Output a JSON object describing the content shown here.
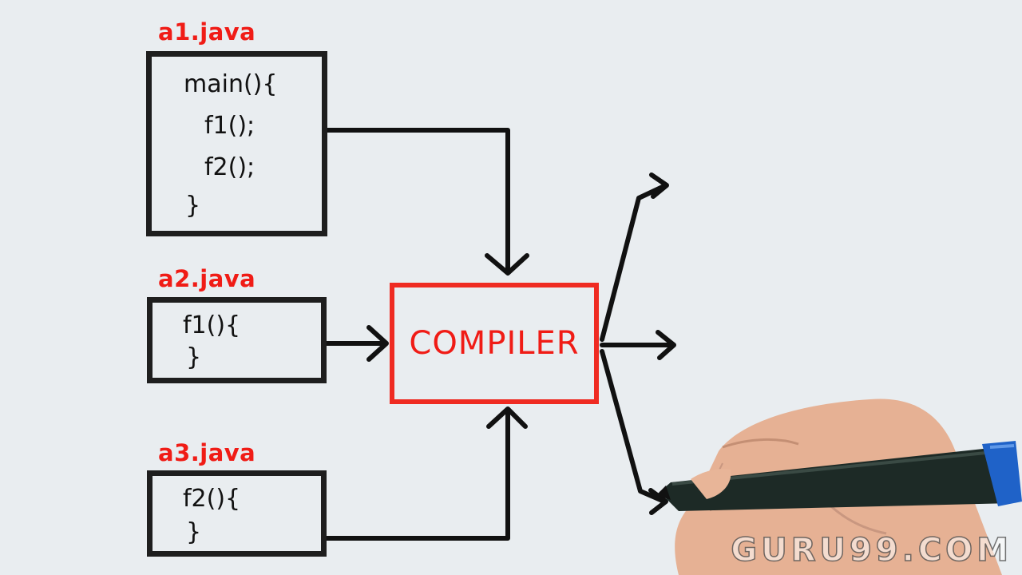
{
  "files": [
    {
      "name": "a1.java",
      "lines": [
        "main(){",
        "f1();",
        "f2();",
        "}"
      ]
    },
    {
      "name": "a2.java",
      "lines": [
        "f1(){",
        "}"
      ]
    },
    {
      "name": "a3.java",
      "lines": [
        "f2(){",
        "}"
      ]
    }
  ],
  "compiler": {
    "label": "COMPILER"
  },
  "watermark": "GURU99.COM",
  "colors": {
    "accent": "#f01c16",
    "ink": "#1e1e1e",
    "background": "#e9edf0"
  }
}
